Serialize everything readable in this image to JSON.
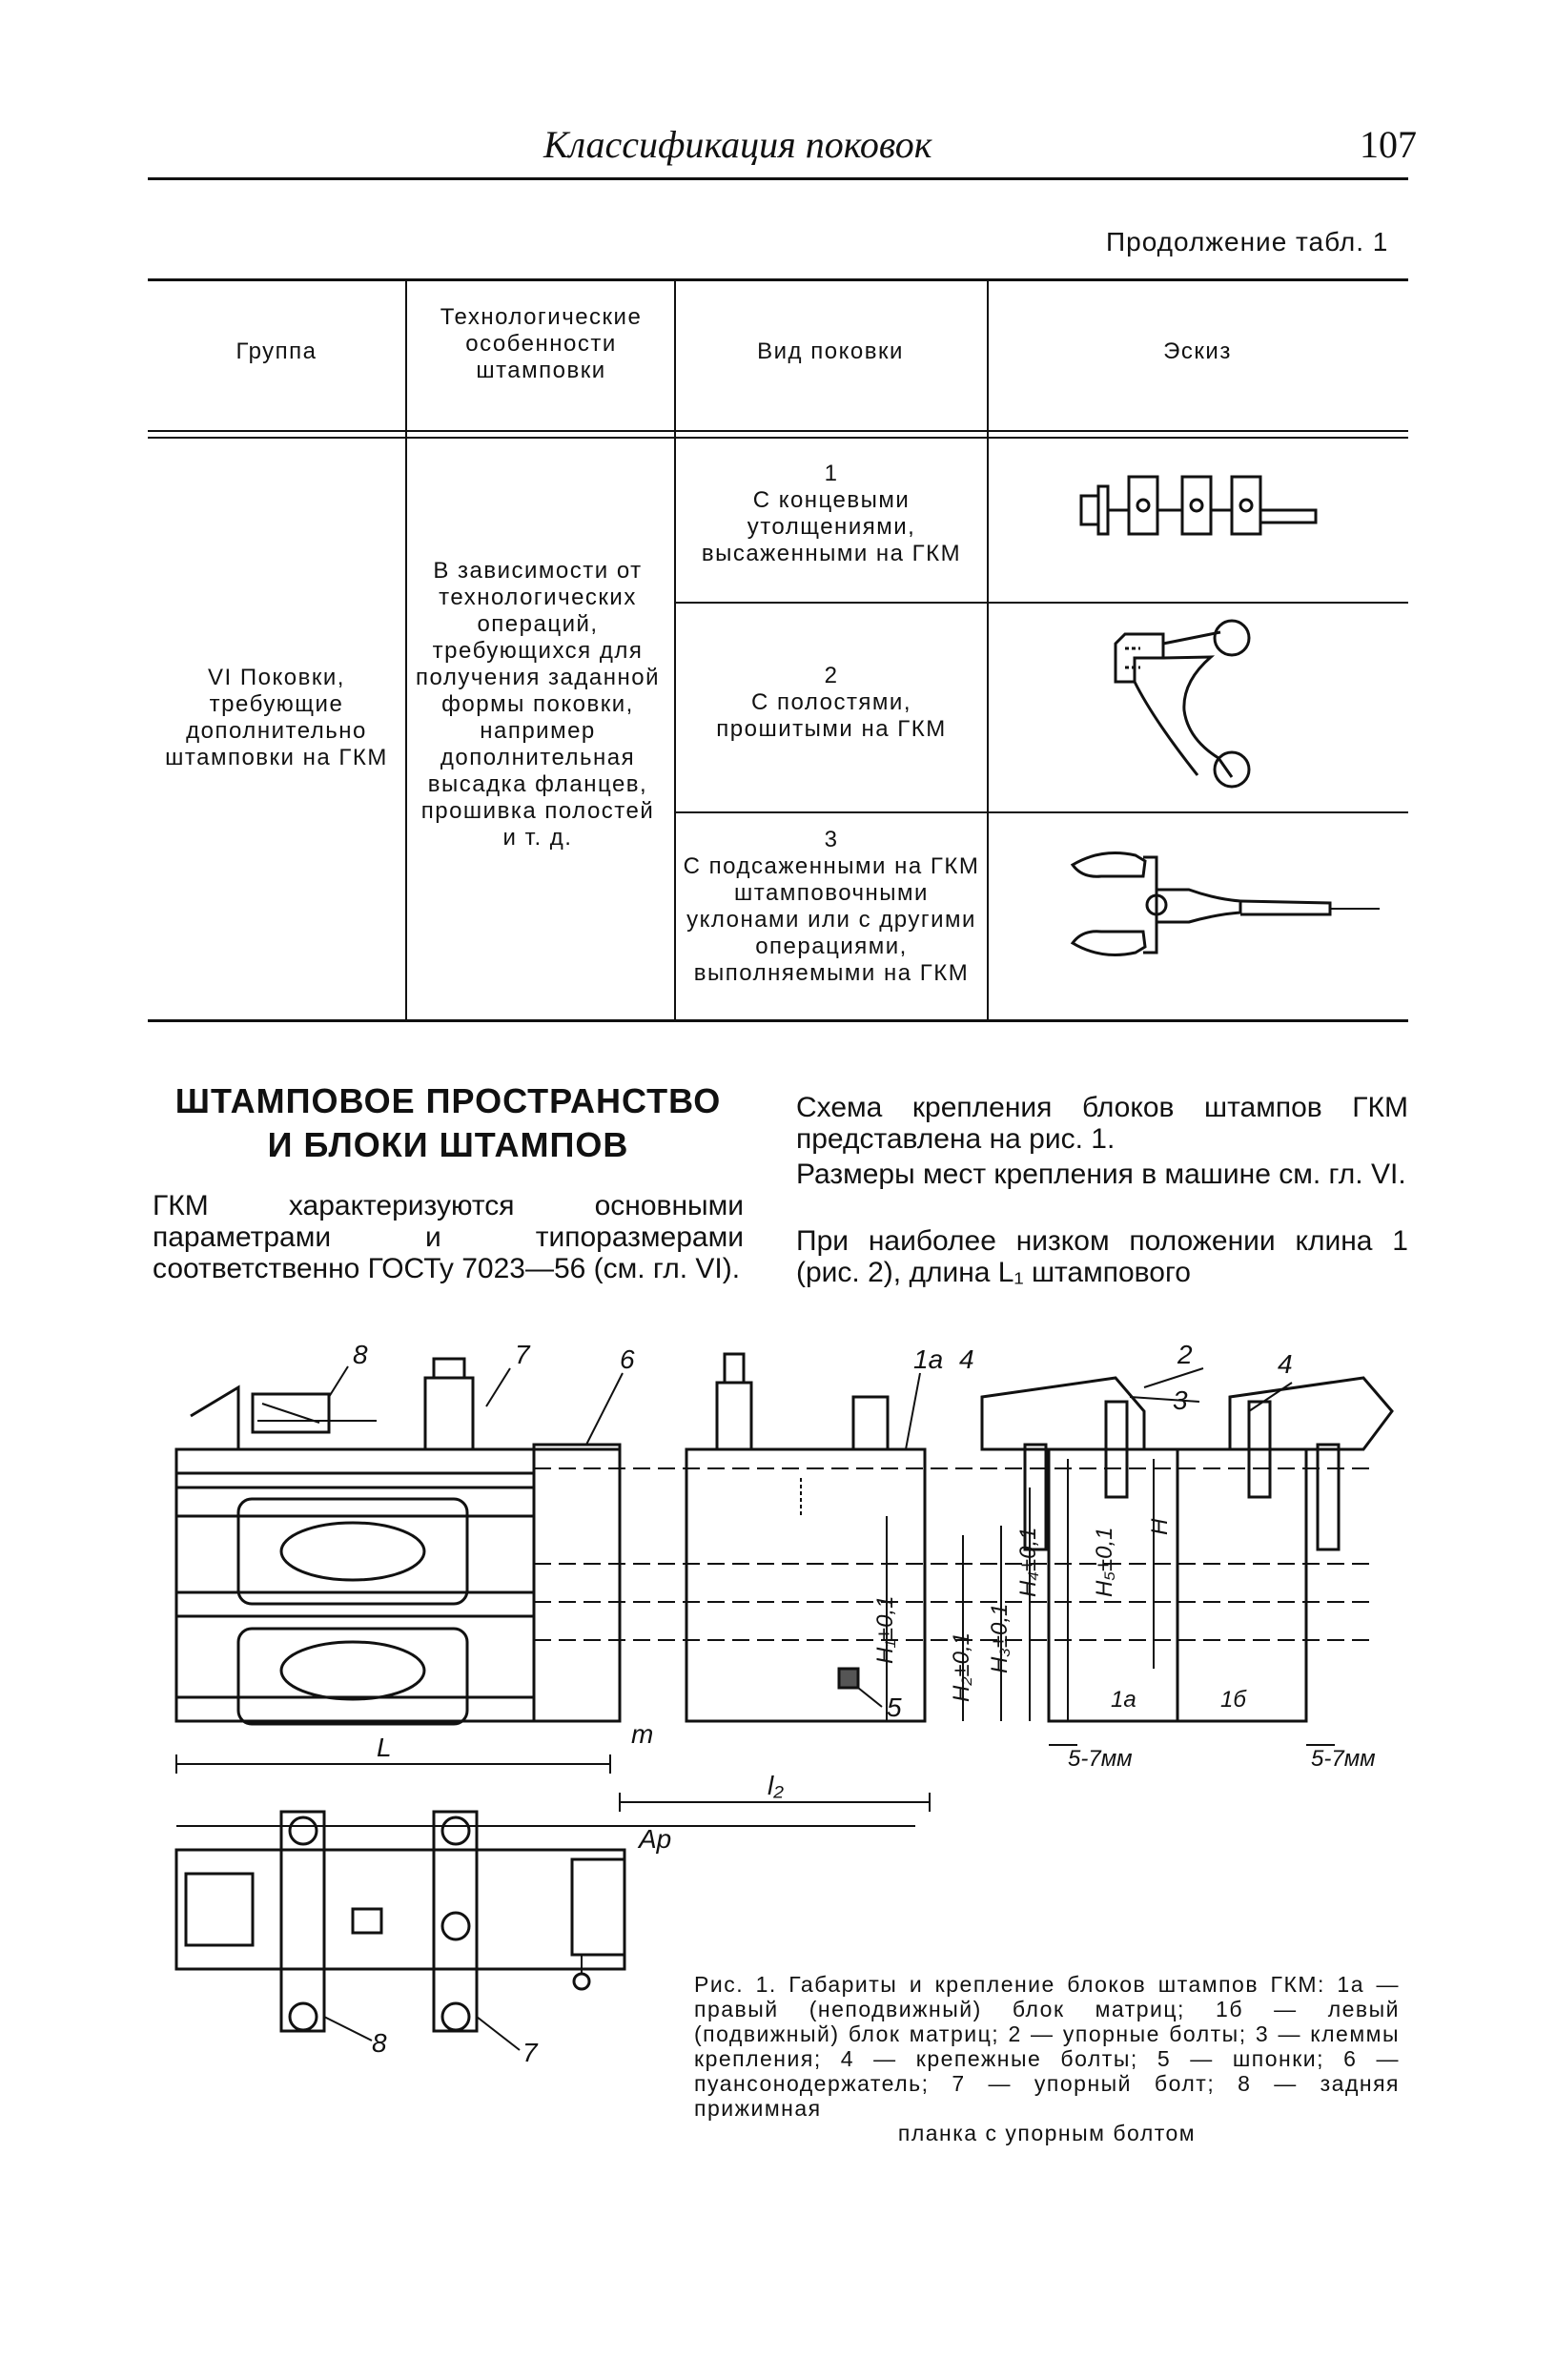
{
  "header": {
    "title": "Классификация поковок",
    "page_number": "107"
  },
  "table": {
    "continuation": "Продолжение табл. 1",
    "columns": [
      "Группа",
      "Технологические особенности штамповки",
      "Вид поковки",
      "Эскиз"
    ],
    "group": "VI Поковки, требующие дополнительно штамповки на ГКМ",
    "tech": "В зависимости от технологических операций, требующихся для получения заданной формы поковки, например дополнительная высадка фланцев, прошивка полостей и т. д.",
    "rows": [
      {
        "num": "1",
        "kind": "С концевыми утолщениями, высаженными на ГКМ"
      },
      {
        "num": "2",
        "kind": "С полостями, прошитыми на ГКМ"
      },
      {
        "num": "3",
        "kind": "С подсаженными на ГКМ штамповочными уклонами или с другими операциями, выполняемыми на ГКМ"
      }
    ]
  },
  "section": {
    "title": "ШТАМПОВОЕ ПРОСТРАНСТВО И БЛОКИ ШТАМПОВ",
    "p1": "ГКМ характеризуются основными параметрами и типоразмерами соответственно ГОСТу 7023—56 (см. гл. VI).",
    "p2": "Схема крепления блоков штампов ГКМ представлена на рис. 1.",
    "p3": "Размеры мест крепления в машине см. гл. VI.",
    "p4": "При наиболее низком положении клина 1 (рис. 2), длина L₁ штампового"
  },
  "figure": {
    "labels": {
      "n8": "8",
      "n7": "7",
      "n6": "6",
      "n1a": "1а",
      "n4a": "4",
      "n2": "2",
      "n3": "3",
      "n4b": "4",
      "n5": "5",
      "m": "m",
      "L": "L",
      "l2": "l₂",
      "Ap": "Aр",
      "H": "H",
      "H1": "H₁±0,1",
      "H2": "H₂±0,1",
      "H3": "H₃±0,1",
      "H4": "H₄±0,1",
      "H5": "H₅±0,1",
      "b1a": "1а",
      "b1b": "1б",
      "gap1": "5-7мм",
      "gap2": "5-7мм",
      "b8": "8",
      "b7": "7"
    },
    "caption": "Рис. 1. Габариты и крепление блоков штампов ГКМ: 1а — правый (неподвижный) блок матриц; 1б — левый (подвижный) блок матриц; 2 — упорные болты; 3 — клеммы крепления; 4 — крепежные болты; 5 — шпонки; 6 — пуансонодержатель; 7 — упорный болт; 8 — задняя прижимная",
    "caption_last": "планка с упорным болтом"
  }
}
